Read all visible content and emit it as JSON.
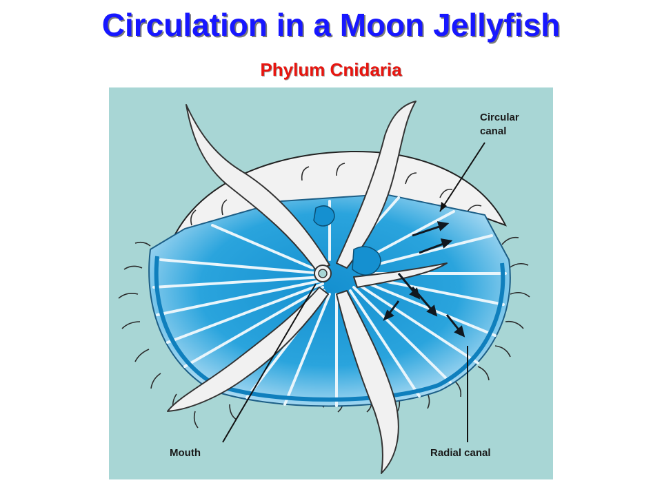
{
  "header": {
    "title": "Circulation in a Moon Jellyfish",
    "subtitle": "Phylum Cnidaria"
  },
  "diagram": {
    "labels": {
      "circular_canal_line1": "Circular",
      "circular_canal_line2": "canal",
      "mouth": "Mouth",
      "radial_canal": "Radial canal"
    },
    "colors": {
      "background": "#a8d6d5",
      "canal_blue": "#1e9ad6",
      "arm_white": "#f1f1f1",
      "title_blue": "#1717ff",
      "subtitle_red": "#e8150f"
    }
  }
}
